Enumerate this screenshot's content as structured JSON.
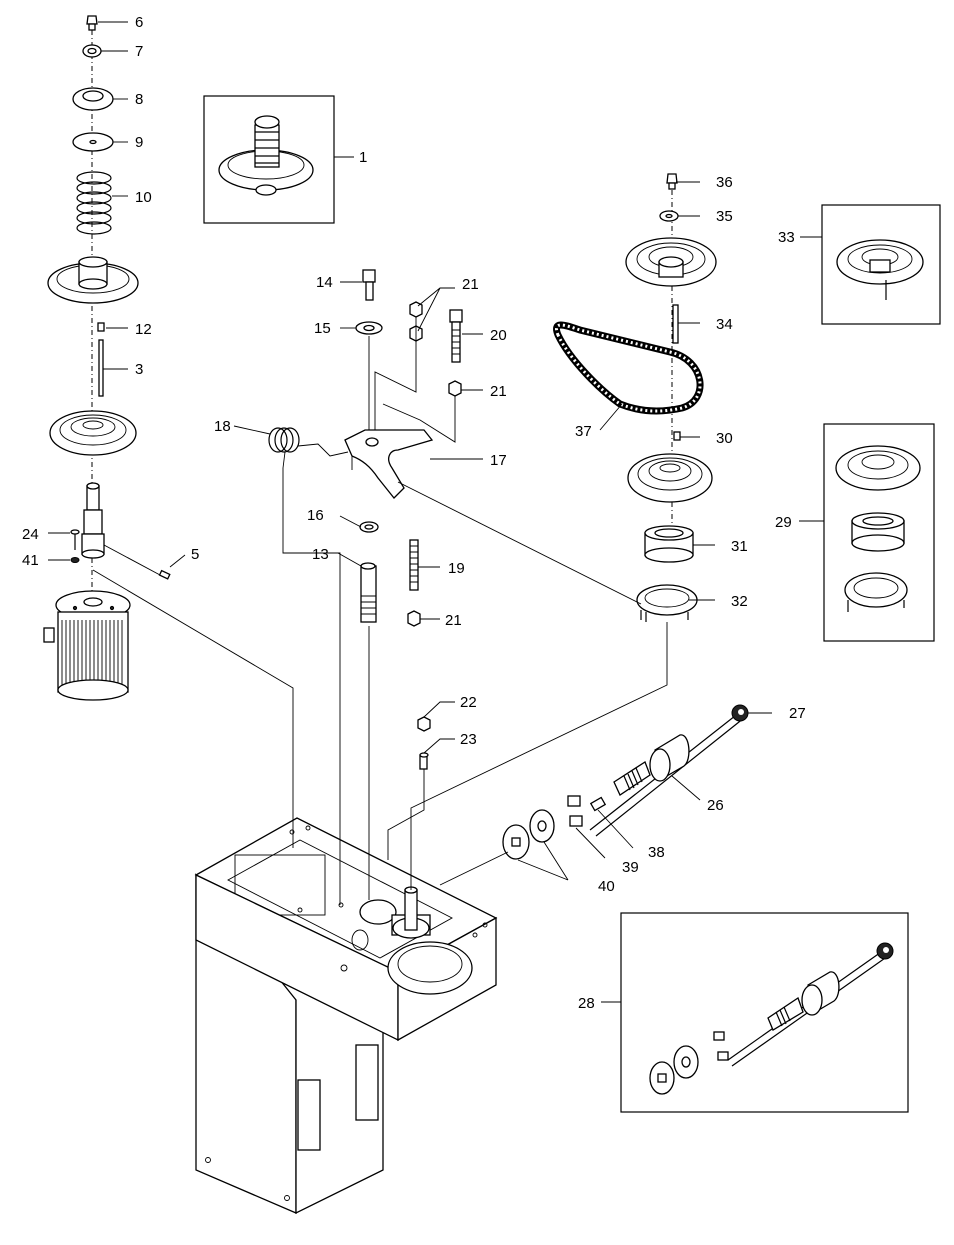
{
  "callouts": {
    "c1": "1",
    "c3": "3",
    "c5": "5",
    "c6": "6",
    "c7": "7",
    "c8": "8",
    "c9": "9",
    "c10": "10",
    "c12": "12",
    "c13": "13",
    "c14": "14",
    "c15": "15",
    "c16": "16",
    "c17": "17",
    "c18": "18",
    "c19": "19",
    "c20": "20",
    "c21a": "21",
    "c21b": "21",
    "c21c": "21",
    "c22": "22",
    "c23": "23",
    "c24": "24",
    "c26": "26",
    "c27": "27",
    "c28": "28",
    "c29": "29",
    "c30": "30",
    "c31": "31",
    "c32": "32",
    "c33": "33",
    "c34": "34",
    "c35": "35",
    "c36": "36",
    "c37": "37",
    "c38": "38",
    "c39": "39",
    "c40": "40",
    "c41": "41"
  }
}
